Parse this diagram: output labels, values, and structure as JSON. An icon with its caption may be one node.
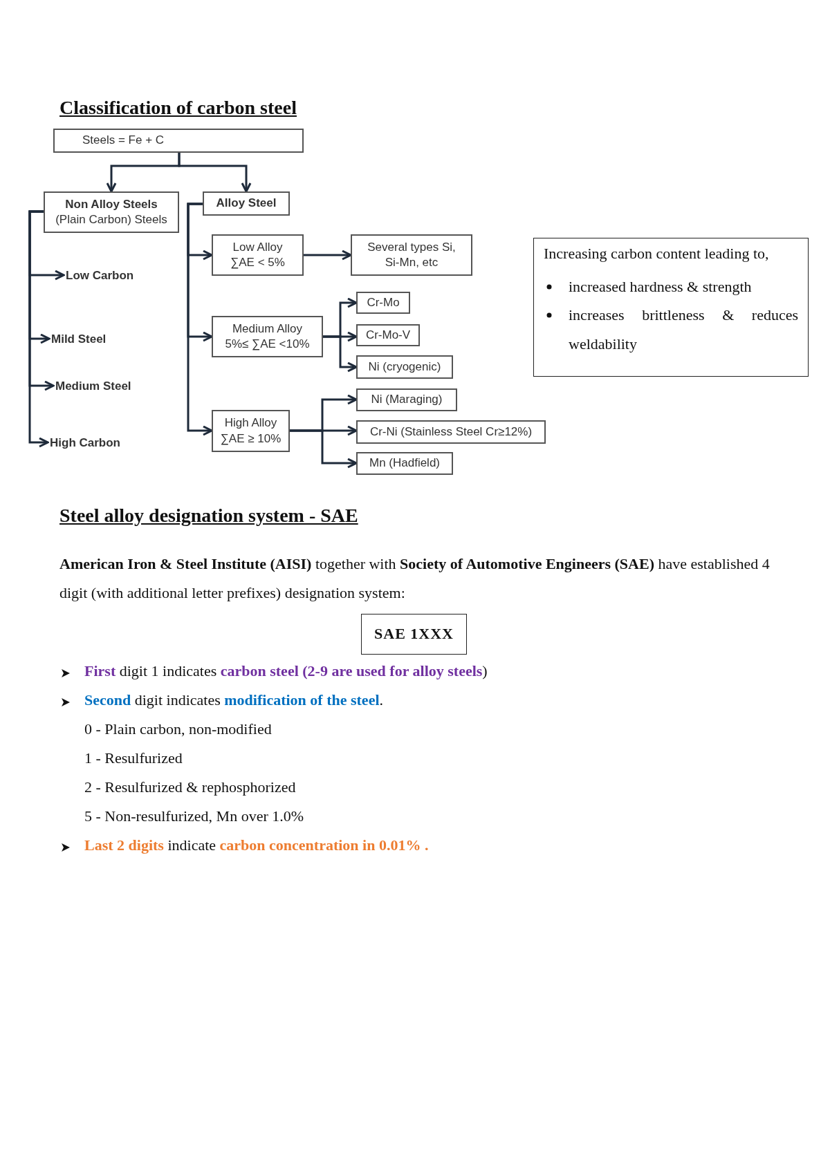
{
  "diagram": {
    "title": "Classification of carbon steel",
    "nodes": [
      {
        "text": [
          "Steels = Fe + C"
        ]
      },
      {
        "text": [
          "Non Alloy Steels",
          "(Plain Carbon) Steels"
        ]
      },
      {
        "text": [
          "Alloy Steel"
        ]
      },
      {
        "text": [
          "Low Carbon"
        ]
      },
      {
        "text": [
          "Mild Steel"
        ]
      },
      {
        "text": [
          "Medium Steel"
        ]
      },
      {
        "text": [
          "High Carbon"
        ]
      },
      {
        "text": [
          "Low Alloy ∑AE < 5%"
        ]
      },
      {
        "text": [
          "Several types Si, Si-Mn, etc"
        ]
      },
      {
        "text": [
          "Medium Alloy 5%≤ ∑AE <10%"
        ]
      },
      {
        "text": [
          "Cr-Mo"
        ]
      },
      {
        "text": [
          "Cr-Mo-V"
        ]
      },
      {
        "text": [
          "Ni (cryogenic)"
        ]
      },
      {
        "text": [
          "High Alloy ∑AE ≥ 10%"
        ]
      },
      {
        "text": [
          "Ni (Maraging)"
        ]
      },
      {
        "text": [
          "Cr-Ni (Stainless Steel Cr≥12%)"
        ]
      },
      {
        "text": [
          "Mn (Hadfield)"
        ]
      },
      {
        "text": [
          "Increasing carbon content leading to,",
          "increased hardness & strength",
          "increases brittleness & reduces weldability"
        ]
      },
      {
        "text": [
          "SAE 1XXX"
        ]
      }
    ],
    "edges": [
      {
        "from": 0,
        "to": 1,
        "arrow": "to"
      },
      {
        "from": 0,
        "to": 2,
        "arrow": "to"
      },
      {
        "from": 1,
        "to": 3,
        "arrow": "to"
      },
      {
        "from": 1,
        "to": 4,
        "arrow": "to"
      },
      {
        "from": 1,
        "to": 5,
        "arrow": "to"
      },
      {
        "from": 1,
        "to": 6,
        "arrow": "to"
      },
      {
        "from": 2,
        "to": 7,
        "arrow": "to"
      },
      {
        "from": 2,
        "to": 9,
        "arrow": "to"
      },
      {
        "from": 2,
        "to": 13,
        "arrow": "to"
      },
      {
        "from": 7,
        "to": 8,
        "arrow": "to"
      },
      {
        "from": 9,
        "to": 10,
        "arrow": "to"
      },
      {
        "from": 9,
        "to": 11,
        "arrow": "to"
      },
      {
        "from": 9,
        "to": 12,
        "arrow": "to"
      },
      {
        "from": 13,
        "to": 14,
        "arrow": "to"
      },
      {
        "from": 13,
        "to": 15,
        "arrow": "to"
      },
      {
        "from": 13,
        "to": 16,
        "arrow": "to"
      }
    ],
    "labels": [
      "Steel alloy designation system - SAE",
      "**American Iron & Steel Institute (AISI)** together with **Society of Automotive Engineers (SAE)** have established 4 digit (with additional letter prefixes) designation system:",
      "**First** digit 1 indicates **carbon steel (2-9 are used for alloy steels**)",
      "**Second** digit indicates **modification of the steel**.",
      "0 - Plain carbon, non-modified",
      "1 - Resulfurized",
      "2 - Resulfurized & rephosphorized",
      "5 - Non-resulfurized, Mn over 1.0%",
      "**Last 2 digits** indicate **carbon concentration in 0.01% .**"
    ]
  }
}
